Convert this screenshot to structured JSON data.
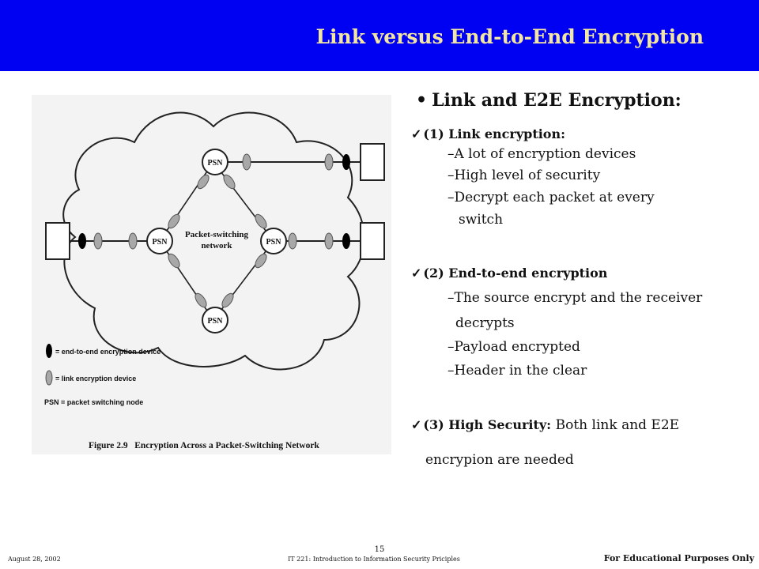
{
  "slide": {
    "title": "Link versus End-to-End Encryption",
    "heading": "Link and E2E Encryption:",
    "sections": [
      {
        "label": "(1) Link encryption:",
        "items": [
          "–A lot of encryption devices",
          "–High level of security",
          "–Decrypt each packet at every",
          "switch"
        ]
      },
      {
        "label": "(2) End-to-end encryption",
        "items": [
          "–The source encrypt and the receiver",
          "decrypts",
          "–Payload encrypted",
          "–Header in the clear"
        ]
      },
      {
        "label": "(3) High Security:",
        "label_suffix": "Both link and E2E",
        "continuation": "encrypion are needed"
      }
    ]
  },
  "figure": {
    "node_label": "PSN",
    "cloud_label_1": "Packet-switching",
    "cloud_label_2": "network",
    "legend": [
      "= end-to-end encryption device",
      "= link encryption device",
      "PSN = packet switching node"
    ],
    "caption": "Figure 2.9   Encryption Across a Packet-Switching Network",
    "colors": {
      "e2e_device": "#000000",
      "link_device": "#a8a8a8"
    }
  },
  "footer": {
    "date": "August 28, 2002",
    "page_number": "15",
    "course": "IT 221: Introduction to Information Security Priciples",
    "note": "For Educational Purposes Only"
  }
}
